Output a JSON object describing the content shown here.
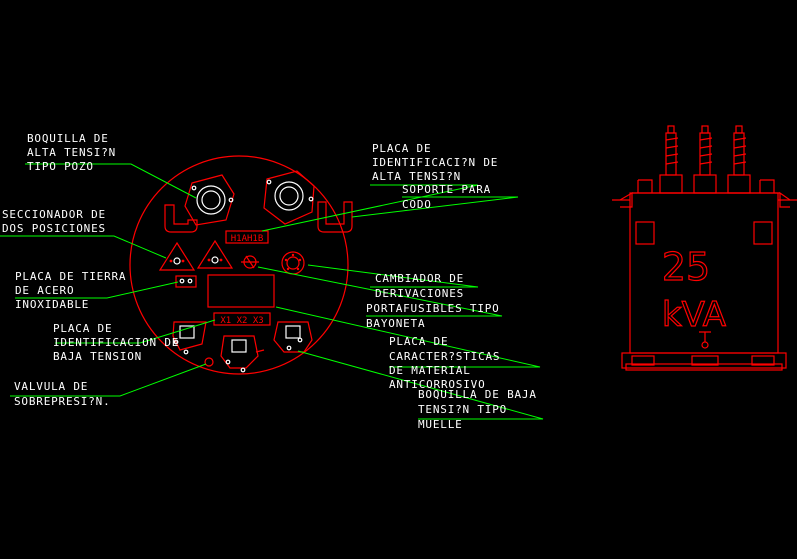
{
  "labels": {
    "boquilla_alta_1": "BOQUILLA DE",
    "boquilla_alta_2": "ALTA TENSI?N",
    "boquilla_alta_3": "TIPO POZO",
    "seccionador_1": "SECCIONADOR DE",
    "seccionador_2": "DOS POSICIONES",
    "placa_tierra_1": "PLACA DE TIERRA",
    "placa_tierra_2": "DE ACERO",
    "placa_tierra_3": "INOXIDABLE",
    "placa_id_baja_1": "PLACA DE",
    "placa_id_baja_2": "IDENTIFICACION DE",
    "placa_id_baja_3": "BAJA TENSION",
    "valvula_1": "VALVULA DE",
    "valvula_2": "SOBREPRESI?N.",
    "placa_id_alta_1": "PLACA DE",
    "placa_id_alta_2": "IDENTIFICACI?N DE",
    "placa_id_alta_3": "ALTA TENSI?N",
    "soporte_1": "SOPORTE PARA",
    "soporte_2": "CODO",
    "cambiador_1": "CAMBIADOR DE",
    "cambiador_2": "DERIVACIONES",
    "portafusibles_1": "PORTAFUSIBLES TIPO",
    "portafusibles_2": "BAYONETA",
    "placa_caract_1": "PLACA DE",
    "placa_caract_2": "CARACTER?STICAS",
    "placa_caract_3": "DE MATERIAL",
    "placa_caract_4": "ANTICORROSIVO",
    "boquilla_baja_1": "BOQUILLA DE BAJA",
    "boquilla_baja_2": "TENSI?N TIPO",
    "boquilla_baja_3": "MUELLE"
  },
  "markings": {
    "h_terminals": "H1AH1B",
    "x_terminals": "X1  X2  X3",
    "rating_value": "25",
    "rating_unit": "kVA"
  },
  "colors": {
    "background": "#000000",
    "drawing": "#ff0000",
    "text": "#ffffff",
    "leader": "#00ff00",
    "accent": "#ffffff"
  }
}
